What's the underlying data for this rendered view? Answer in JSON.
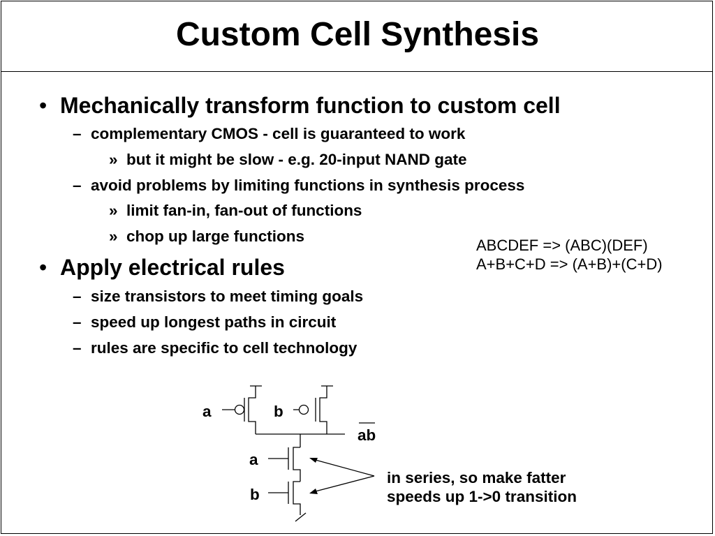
{
  "slide": {
    "title": "Custom Cell Synthesis",
    "bullets": [
      {
        "marker": "•",
        "text": "Mechanically transform function to custom cell"
      },
      {
        "marker": "–",
        "text": "complementary CMOS - cell is guaranteed to work"
      },
      {
        "marker": "»",
        "text": "but it might be slow - e.g. 20-input NAND gate"
      },
      {
        "marker": "–",
        "text": "avoid problems by limiting functions in synthesis process"
      },
      {
        "marker": "»",
        "text": "limit fan-in, fan-out of functions"
      },
      {
        "marker": "»",
        "text": "chop up large functions"
      },
      {
        "marker": "•",
        "text": "Apply electrical rules"
      },
      {
        "marker": "–",
        "text": "size transistors to meet timing goals"
      },
      {
        "marker": "–",
        "text": "speed up longest paths in circuit"
      },
      {
        "marker": "–",
        "text": "rules are specific to cell technology"
      }
    ],
    "side_note": {
      "line1": "ABCDEF => (ABC)(DEF)",
      "line2": "A+B+C+D => (A+B)+(C+D)"
    }
  },
  "circuit": {
    "pmos_a_label": "a",
    "pmos_b_label": "b",
    "output_label": "ab",
    "nmos_a_label": "a",
    "nmos_b_label": "b",
    "callout_line1": "in series, so make fatter",
    "callout_line2": "speeds up 1->0 transition"
  }
}
